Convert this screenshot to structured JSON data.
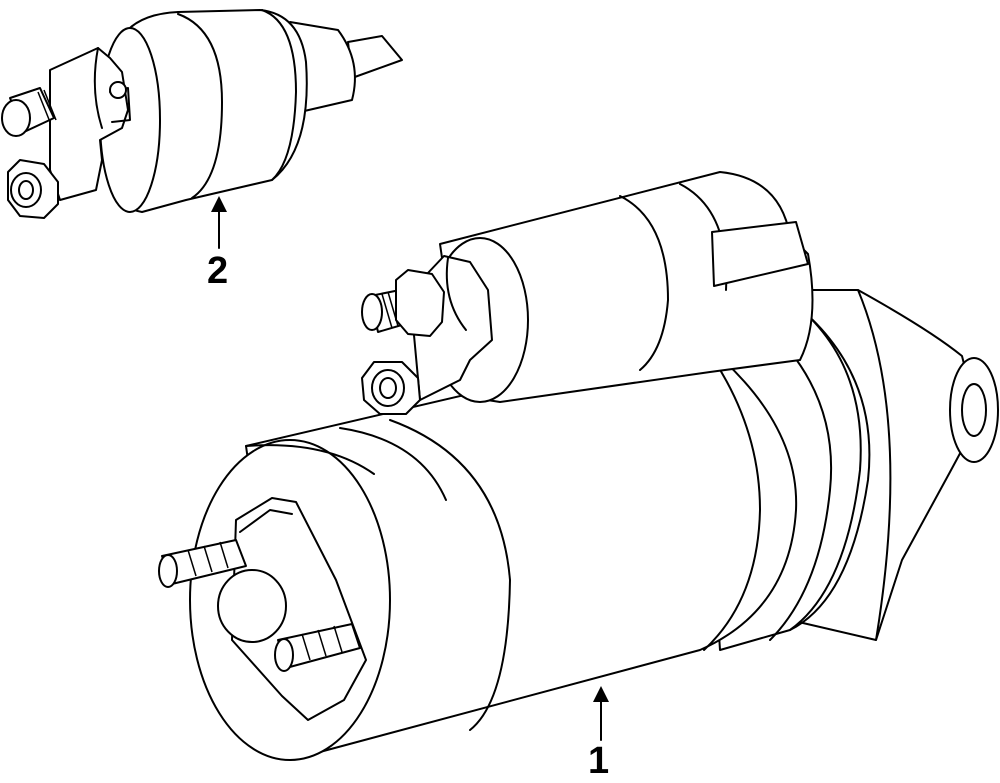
{
  "callouts": [
    {
      "number": "1",
      "part": "starter-motor"
    },
    {
      "number": "2",
      "part": "starter-solenoid"
    }
  ],
  "colors": {
    "line": "#000000",
    "background": "#ffffff"
  }
}
